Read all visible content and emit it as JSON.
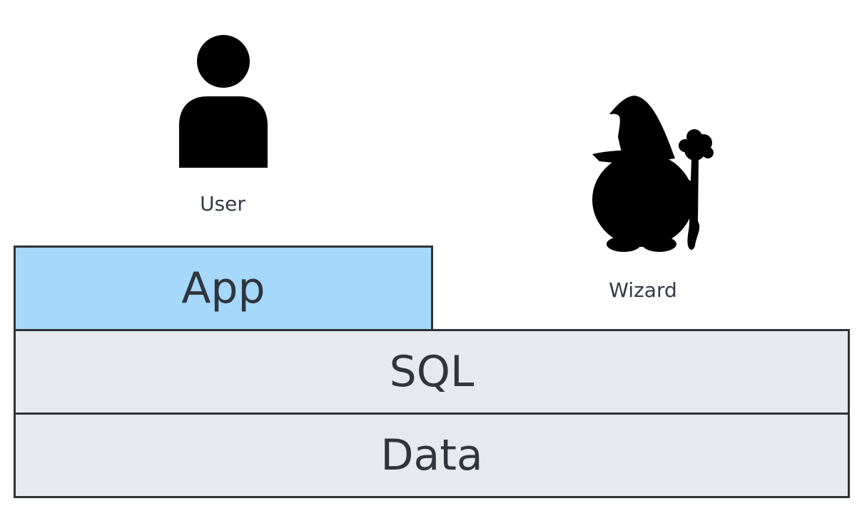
{
  "actors": {
    "user": {
      "label": "User",
      "icon": "person-icon"
    },
    "wizard": {
      "label": "Wizard",
      "icon": "wizard-icon"
    }
  },
  "layers": {
    "app": {
      "label": "App",
      "color": "#a6d8fc"
    },
    "sql": {
      "label": "SQL",
      "color": "#e6eaee"
    },
    "data": {
      "label": "Data",
      "color": "#e6eaee"
    }
  },
  "colors": {
    "border": "#2f3338",
    "text": "#30353d",
    "icon": "#000000"
  }
}
